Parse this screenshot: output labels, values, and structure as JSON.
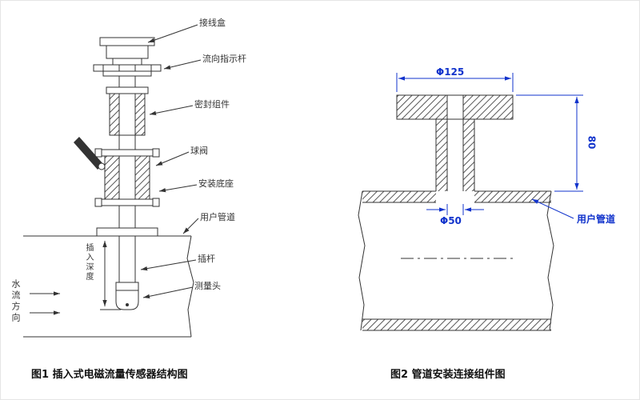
{
  "figure1": {
    "caption": "图1 插入式电磁流量传感器结构图",
    "labels": {
      "junction_box": "接线盒",
      "flow_indicator_rod": "流向指示杆",
      "seal_assembly": "密封组件",
      "ball_valve": "球阀",
      "mounting_base": "安装底座",
      "user_pipe": "用户管道",
      "insertion_rod": "插杆",
      "measuring_head": "测量头",
      "insertion_depth": "插入深度",
      "water_flow_direction": "水流方向"
    }
  },
  "figure2": {
    "caption": "图2 管道安装连接组件图",
    "dimensions": {
      "flange_diameter": "Φ125",
      "bore_diameter": "Φ50",
      "height": "80"
    },
    "labels": {
      "user_pipe": "用户管道"
    }
  },
  "colors": {
    "line": "#333333",
    "dimension_blue": "#1133cc",
    "background": "#ffffff"
  }
}
